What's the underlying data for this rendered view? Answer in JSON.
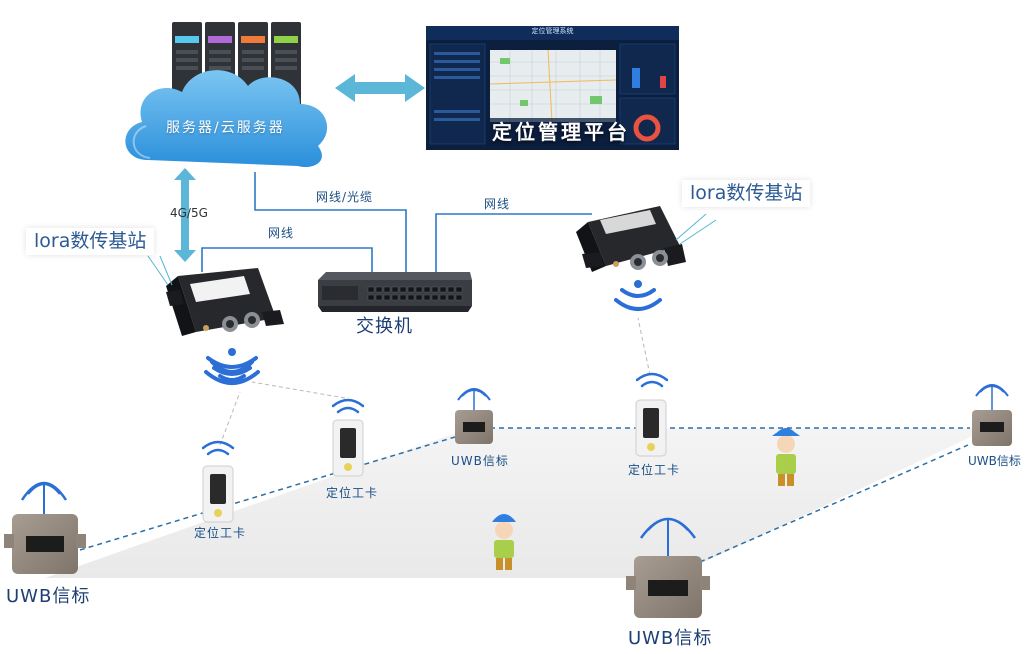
{
  "labels": {
    "cloud_server": "服务器/云服务器",
    "platform": "定位管理平台",
    "platform_header": "定位管理系统",
    "lora_base_left": "lora数传基站",
    "lora_base_right": "lora数传基站",
    "uplink": "4G/5G",
    "cable_left": "网线",
    "cable_fiber": "网线/光缆",
    "cable_right": "网线",
    "switch": "交换机",
    "tag_card_1": "定位工卡",
    "tag_card_2": "定位工卡",
    "tag_card_3": "定位工卡",
    "uwb_beacon_left": "UWB信标",
    "uwb_beacon_mid": "UWB信标",
    "uwb_beacon_right": "UWB信标",
    "uwb_beacon_bottom": "UWB信标"
  },
  "colors": {
    "cloud": "#3b9fe0",
    "cable": "#2e79c7",
    "dashed_link": "#2e6fa6",
    "signal": "#2b6fd6",
    "device_body": "#1e1e1e",
    "beacon_body": "#9a8f84"
  }
}
